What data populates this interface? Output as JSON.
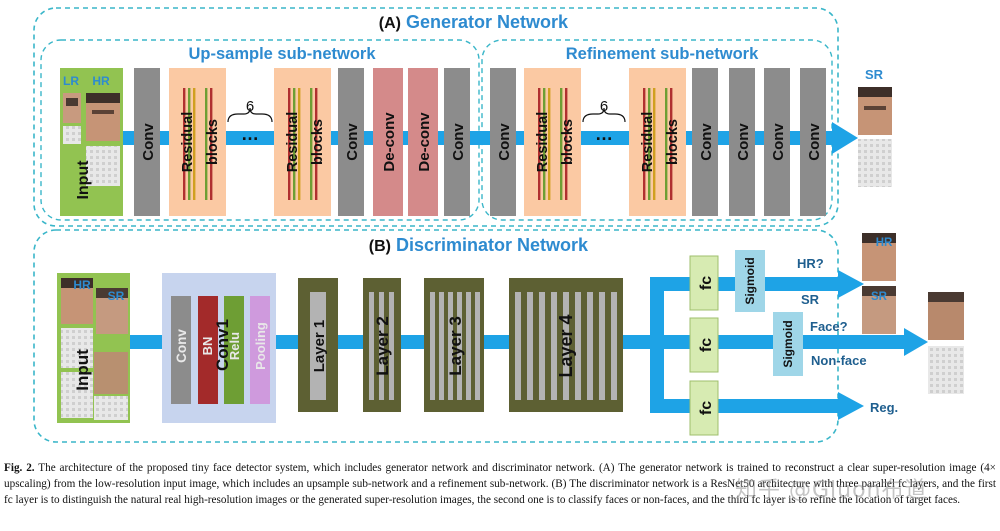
{
  "generator": {
    "title_letter": "(A)",
    "title_name": "Generator Network",
    "upsample_title": "Up-sample sub-network",
    "refinement_title": "Refinement sub-network",
    "input_tags": [
      "LR",
      "HR"
    ],
    "input_label": "Input",
    "conv_label": "Conv",
    "residual_word1": "Residual",
    "residual_word2": "blocks",
    "deconv_label": "De-conv",
    "dots": "…",
    "repeat_count": "6",
    "output_label": "SR"
  },
  "discriminator": {
    "title_letter": "(B)",
    "title_name": "Discriminator Network",
    "input_tags": [
      "HR",
      "SR"
    ],
    "input_label": "Input",
    "conv1_title": "Conv1",
    "conv1_parts": [
      "Conv",
      "BN",
      "Relu",
      "Pooling"
    ],
    "layers": [
      "Layer 1",
      "Layer 2",
      "Layer 3",
      "Layer 4"
    ],
    "fc_label": "fc",
    "sigmoid_label": "Sigmoid",
    "out_hr": "HR?",
    "out_sr": "SR",
    "out_face": "Face?",
    "out_nonface": "Non-face",
    "out_reg": "Reg.",
    "face_tags": [
      "HR",
      "SR"
    ]
  },
  "colors": {
    "dash": "#3ab6c9",
    "title_blue": "#2e8bd0",
    "arrow": "#1ea3e6",
    "conv_gray": "#8c8c8c",
    "residual_orange": "#fbc9a3",
    "deconv_red": "#d48a8a",
    "input_green": "#92c351",
    "conv1_blue": "#c7d4ee",
    "bn_red": "#a32a2a",
    "relu_green": "#6e9e34",
    "pool_purple": "#cf9add",
    "layer_olive": "#5d6033",
    "fc_green": "#d7ebb2",
    "sigmoid_blue": "#9fd6e8"
  },
  "caption": {
    "fig_label": "Fig. 2.",
    "text": "The architecture of the proposed tiny face detector system, which includes generator network and discriminator network. (A) The generator network is trained to reconstruct a clear super-resolution image (4× upscaling) from the low-resolution input image, which includes an upsample sub-network and a refinement sub-network. (B) The discriminator network is a ResNet50 architecture with three parallel fc layers, and the first fc layer is to distinguish the natural real high-resolution images or the generated super-resolution images, the second one is to classify faces or non-faces, and the third fc layer is to refine the location of target faces."
  },
  "watermark": "知乎 @Gluon布道"
}
